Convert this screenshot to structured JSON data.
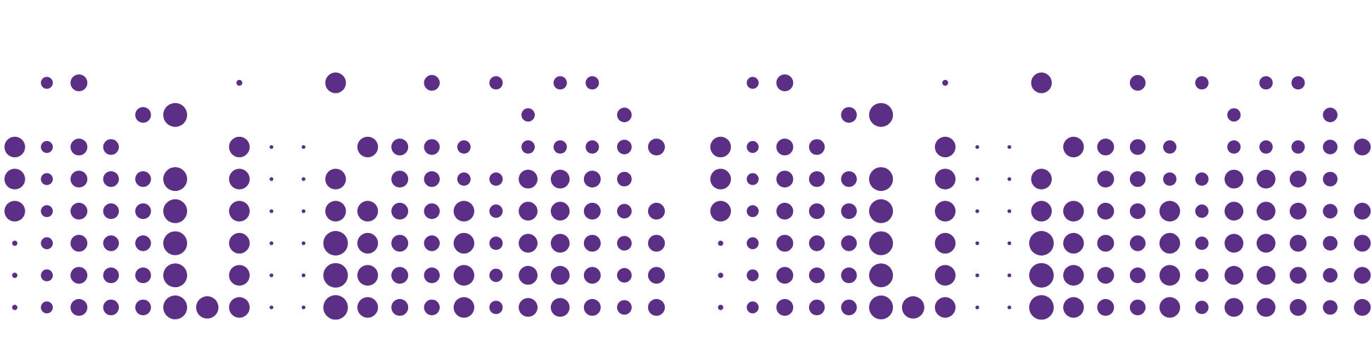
{
  "chart_data": {
    "type": "scatter",
    "description_free": true,
    "grid": false,
    "legend": "none",
    "color": "#5b2f86",
    "x_count": 43,
    "y_count": 8,
    "title": "",
    "xlabel": "",
    "ylabel": "",
    "xlim": [
      0,
      42
    ],
    "ylim": [
      0,
      7
    ],
    "size_range": [
      0,
      10
    ],
    "points": [
      {
        "x": 0,
        "y": 2,
        "size": 6
      },
      {
        "x": 0,
        "y": 3,
        "size": 6
      },
      {
        "x": 0,
        "y": 4,
        "size": 6
      },
      {
        "x": 0,
        "y": 5,
        "size": 0.4
      },
      {
        "x": 0,
        "y": 6,
        "size": 0.4
      },
      {
        "x": 0,
        "y": 7,
        "size": 0.4
      },
      {
        "x": 1,
        "y": 0,
        "size": 2
      },
      {
        "x": 1,
        "y": 2,
        "size": 2
      },
      {
        "x": 1,
        "y": 3,
        "size": 2
      },
      {
        "x": 1,
        "y": 4,
        "size": 2
      },
      {
        "x": 1,
        "y": 5,
        "size": 2
      },
      {
        "x": 1,
        "y": 6,
        "size": 2
      },
      {
        "x": 1,
        "y": 7,
        "size": 2
      },
      {
        "x": 2,
        "y": 0,
        "size": 4
      },
      {
        "x": 2,
        "y": 2,
        "size": 4
      },
      {
        "x": 2,
        "y": 3,
        "size": 4
      },
      {
        "x": 2,
        "y": 4,
        "size": 4
      },
      {
        "x": 2,
        "y": 5,
        "size": 4
      },
      {
        "x": 2,
        "y": 6,
        "size": 4
      },
      {
        "x": 2,
        "y": 7,
        "size": 4
      },
      {
        "x": 3,
        "y": 2,
        "size": 3.5
      },
      {
        "x": 3,
        "y": 3,
        "size": 3.5
      },
      {
        "x": 3,
        "y": 4,
        "size": 3.5
      },
      {
        "x": 3,
        "y": 5,
        "size": 3.5
      },
      {
        "x": 3,
        "y": 6,
        "size": 3.5
      },
      {
        "x": 3,
        "y": 7,
        "size": 3.5
      },
      {
        "x": 4,
        "y": 1,
        "size": 3.5
      },
      {
        "x": 4,
        "y": 3,
        "size": 3.5
      },
      {
        "x": 4,
        "y": 4,
        "size": 3.5
      },
      {
        "x": 4,
        "y": 5,
        "size": 3.5
      },
      {
        "x": 4,
        "y": 6,
        "size": 3.5
      },
      {
        "x": 4,
        "y": 7,
        "size": 3.5
      },
      {
        "x": 5,
        "y": 1,
        "size": 8
      },
      {
        "x": 5,
        "y": 3,
        "size": 8
      },
      {
        "x": 5,
        "y": 4,
        "size": 8
      },
      {
        "x": 5,
        "y": 5,
        "size": 8
      },
      {
        "x": 5,
        "y": 6,
        "size": 8
      },
      {
        "x": 5,
        "y": 7,
        "size": 8
      },
      {
        "x": 6,
        "y": 7,
        "size": 7
      },
      {
        "x": 7,
        "y": 0,
        "size": 0.5
      },
      {
        "x": 7,
        "y": 2,
        "size": 6
      },
      {
        "x": 7,
        "y": 3,
        "size": 6
      },
      {
        "x": 7,
        "y": 4,
        "size": 6
      },
      {
        "x": 7,
        "y": 5,
        "size": 6
      },
      {
        "x": 7,
        "y": 6,
        "size": 6
      },
      {
        "x": 7,
        "y": 7,
        "size": 6
      },
      {
        "x": 8,
        "y": 2,
        "size": 0.2
      },
      {
        "x": 8,
        "y": 3,
        "size": 0.2
      },
      {
        "x": 8,
        "y": 4,
        "size": 0.2
      },
      {
        "x": 8,
        "y": 5,
        "size": 0.2
      },
      {
        "x": 8,
        "y": 6,
        "size": 0.2
      },
      {
        "x": 8,
        "y": 7,
        "size": 0.2
      },
      {
        "x": 9,
        "y": 2,
        "size": 0.2
      },
      {
        "x": 9,
        "y": 3,
        "size": 0.2
      },
      {
        "x": 9,
        "y": 4,
        "size": 0.2
      },
      {
        "x": 9,
        "y": 5,
        "size": 0.2
      },
      {
        "x": 9,
        "y": 6,
        "size": 0.2
      },
      {
        "x": 9,
        "y": 7,
        "size": 0.2
      },
      {
        "x": 10,
        "y": 0,
        "size": 6
      },
      {
        "x": 10,
        "y": 3,
        "size": 6
      },
      {
        "x": 10,
        "y": 4,
        "size": 6
      },
      {
        "x": 10,
        "y": 5,
        "size": 8.5
      },
      {
        "x": 10,
        "y": 6,
        "size": 8.5
      },
      {
        "x": 10,
        "y": 7,
        "size": 8.5
      },
      {
        "x": 11,
        "y": 2,
        "size": 6
      },
      {
        "x": 11,
        "y": 4,
        "size": 6
      },
      {
        "x": 11,
        "y": 5,
        "size": 6
      },
      {
        "x": 11,
        "y": 6,
        "size": 6
      },
      {
        "x": 11,
        "y": 7,
        "size": 6
      },
      {
        "x": 12,
        "y": 2,
        "size": 4
      },
      {
        "x": 12,
        "y": 3,
        "size": 4
      },
      {
        "x": 12,
        "y": 4,
        "size": 4
      },
      {
        "x": 12,
        "y": 5,
        "size": 4
      },
      {
        "x": 12,
        "y": 6,
        "size": 4
      },
      {
        "x": 12,
        "y": 7,
        "size": 4
      },
      {
        "x": 13,
        "y": 0,
        "size": 3.5
      },
      {
        "x": 13,
        "y": 2,
        "size": 3.5
      },
      {
        "x": 13,
        "y": 3,
        "size": 3.5
      },
      {
        "x": 13,
        "y": 4,
        "size": 3.5
      },
      {
        "x": 13,
        "y": 5,
        "size": 3.5
      },
      {
        "x": 13,
        "y": 6,
        "size": 3.5
      },
      {
        "x": 13,
        "y": 7,
        "size": 3.5
      },
      {
        "x": 14,
        "y": 2,
        "size": 2.5
      },
      {
        "x": 14,
        "y": 3,
        "size": 2.5
      },
      {
        "x": 14,
        "y": 4,
        "size": 6
      },
      {
        "x": 14,
        "y": 5,
        "size": 6
      },
      {
        "x": 14,
        "y": 6,
        "size": 6
      },
      {
        "x": 14,
        "y": 7,
        "size": 6
      },
      {
        "x": 15,
        "y": 0,
        "size": 2.5
      },
      {
        "x": 15,
        "y": 3,
        "size": 2.5
      },
      {
        "x": 15,
        "y": 4,
        "size": 2.5
      },
      {
        "x": 15,
        "y": 5,
        "size": 2.5
      },
      {
        "x": 15,
        "y": 6,
        "size": 2.5
      },
      {
        "x": 15,
        "y": 7,
        "size": 2.5
      },
      {
        "x": 16,
        "y": 1,
        "size": 2.5
      },
      {
        "x": 16,
        "y": 2,
        "size": 2.5
      },
      {
        "x": 16,
        "y": 3,
        "size": 5
      },
      {
        "x": 16,
        "y": 4,
        "size": 5
      },
      {
        "x": 16,
        "y": 5,
        "size": 5
      },
      {
        "x": 16,
        "y": 6,
        "size": 5
      },
      {
        "x": 16,
        "y": 7,
        "size": 5
      },
      {
        "x": 17,
        "y": 0,
        "size": 2.5
      },
      {
        "x": 17,
        "y": 2,
        "size": 2.5
      },
      {
        "x": 17,
        "y": 3,
        "size": 5
      },
      {
        "x": 17,
        "y": 4,
        "size": 5
      },
      {
        "x": 17,
        "y": 5,
        "size": 5
      },
      {
        "x": 17,
        "y": 6,
        "size": 5
      },
      {
        "x": 17,
        "y": 7,
        "size": 5
      },
      {
        "x": 18,
        "y": 0,
        "size": 2.5
      },
      {
        "x": 18,
        "y": 2,
        "size": 2.5
      },
      {
        "x": 18,
        "y": 3,
        "size": 4
      },
      {
        "x": 18,
        "y": 4,
        "size": 4
      },
      {
        "x": 18,
        "y": 5,
        "size": 4
      },
      {
        "x": 18,
        "y": 6,
        "size": 4
      },
      {
        "x": 18,
        "y": 7,
        "size": 4
      },
      {
        "x": 19,
        "y": 1,
        "size": 3
      },
      {
        "x": 19,
        "y": 2,
        "size": 3
      },
      {
        "x": 19,
        "y": 3,
        "size": 3
      },
      {
        "x": 19,
        "y": 4,
        "size": 3
      },
      {
        "x": 19,
        "y": 5,
        "size": 3
      },
      {
        "x": 19,
        "y": 6,
        "size": 3
      },
      {
        "x": 19,
        "y": 7,
        "size": 3
      },
      {
        "x": 20,
        "y": 2,
        "size": 4
      },
      {
        "x": 20,
        "y": 4,
        "size": 4
      },
      {
        "x": 20,
        "y": 5,
        "size": 4
      },
      {
        "x": 20,
        "y": 6,
        "size": 4
      },
      {
        "x": 20,
        "y": 7,
        "size": 4
      },
      {
        "x": 22,
        "y": 2,
        "size": 6
      },
      {
        "x": 22,
        "y": 3,
        "size": 6
      },
      {
        "x": 22,
        "y": 4,
        "size": 6
      },
      {
        "x": 22,
        "y": 5,
        "size": 0.4
      },
      {
        "x": 22,
        "y": 6,
        "size": 0.4
      },
      {
        "x": 22,
        "y": 7,
        "size": 0.4
      },
      {
        "x": 23,
        "y": 0,
        "size": 2
      },
      {
        "x": 23,
        "y": 2,
        "size": 2
      },
      {
        "x": 23,
        "y": 3,
        "size": 2
      },
      {
        "x": 23,
        "y": 4,
        "size": 2
      },
      {
        "x": 23,
        "y": 5,
        "size": 2
      },
      {
        "x": 23,
        "y": 6,
        "size": 2
      },
      {
        "x": 23,
        "y": 7,
        "size": 2
      },
      {
        "x": 24,
        "y": 0,
        "size": 4
      },
      {
        "x": 24,
        "y": 2,
        "size": 4
      },
      {
        "x": 24,
        "y": 3,
        "size": 4
      },
      {
        "x": 24,
        "y": 4,
        "size": 4
      },
      {
        "x": 24,
        "y": 5,
        "size": 4
      },
      {
        "x": 24,
        "y": 6,
        "size": 4
      },
      {
        "x": 24,
        "y": 7,
        "size": 4
      },
      {
        "x": 25,
        "y": 2,
        "size": 3.5
      },
      {
        "x": 25,
        "y": 3,
        "size": 3.5
      },
      {
        "x": 25,
        "y": 4,
        "size": 3.5
      },
      {
        "x": 25,
        "y": 5,
        "size": 3.5
      },
      {
        "x": 25,
        "y": 6,
        "size": 3.5
      },
      {
        "x": 25,
        "y": 7,
        "size": 3.5
      },
      {
        "x": 26,
        "y": 1,
        "size": 3.5
      },
      {
        "x": 26,
        "y": 3,
        "size": 3.5
      },
      {
        "x": 26,
        "y": 4,
        "size": 3.5
      },
      {
        "x": 26,
        "y": 5,
        "size": 3.5
      },
      {
        "x": 26,
        "y": 6,
        "size": 3.5
      },
      {
        "x": 26,
        "y": 7,
        "size": 3.5
      },
      {
        "x": 27,
        "y": 1,
        "size": 8
      },
      {
        "x": 27,
        "y": 3,
        "size": 8
      },
      {
        "x": 27,
        "y": 4,
        "size": 8
      },
      {
        "x": 27,
        "y": 5,
        "size": 8
      },
      {
        "x": 27,
        "y": 6,
        "size": 8
      },
      {
        "x": 27,
        "y": 7,
        "size": 8
      },
      {
        "x": 28,
        "y": 7,
        "size": 7
      },
      {
        "x": 29,
        "y": 0,
        "size": 0.5
      },
      {
        "x": 29,
        "y": 2,
        "size": 6
      },
      {
        "x": 29,
        "y": 3,
        "size": 6
      },
      {
        "x": 29,
        "y": 4,
        "size": 6
      },
      {
        "x": 29,
        "y": 5,
        "size": 6
      },
      {
        "x": 29,
        "y": 6,
        "size": 6
      },
      {
        "x": 29,
        "y": 7,
        "size": 6
      },
      {
        "x": 30,
        "y": 2,
        "size": 0.2
      },
      {
        "x": 30,
        "y": 3,
        "size": 0.2
      },
      {
        "x": 30,
        "y": 4,
        "size": 0.2
      },
      {
        "x": 30,
        "y": 5,
        "size": 0.2
      },
      {
        "x": 30,
        "y": 6,
        "size": 0.2
      },
      {
        "x": 30,
        "y": 7,
        "size": 0.2
      },
      {
        "x": 31,
        "y": 2,
        "size": 0.2
      },
      {
        "x": 31,
        "y": 3,
        "size": 0.2
      },
      {
        "x": 31,
        "y": 4,
        "size": 0.2
      },
      {
        "x": 31,
        "y": 5,
        "size": 0.2
      },
      {
        "x": 31,
        "y": 6,
        "size": 0.2
      },
      {
        "x": 31,
        "y": 7,
        "size": 0.2
      },
      {
        "x": 32,
        "y": 0,
        "size": 6
      },
      {
        "x": 32,
        "y": 3,
        "size": 6
      },
      {
        "x": 32,
        "y": 4,
        "size": 6
      },
      {
        "x": 32,
        "y": 5,
        "size": 8.5
      },
      {
        "x": 32,
        "y": 6,
        "size": 8.5
      },
      {
        "x": 32,
        "y": 7,
        "size": 8.5
      },
      {
        "x": 33,
        "y": 2,
        "size": 6
      },
      {
        "x": 33,
        "y": 4,
        "size": 6
      },
      {
        "x": 33,
        "y": 5,
        "size": 6
      },
      {
        "x": 33,
        "y": 6,
        "size": 6
      },
      {
        "x": 33,
        "y": 7,
        "size": 6
      },
      {
        "x": 34,
        "y": 2,
        "size": 4
      },
      {
        "x": 34,
        "y": 3,
        "size": 4
      },
      {
        "x": 34,
        "y": 4,
        "size": 4
      },
      {
        "x": 34,
        "y": 5,
        "size": 4
      },
      {
        "x": 34,
        "y": 6,
        "size": 4
      },
      {
        "x": 34,
        "y": 7,
        "size": 4
      },
      {
        "x": 35,
        "y": 0,
        "size": 3.5
      },
      {
        "x": 35,
        "y": 2,
        "size": 3.5
      },
      {
        "x": 35,
        "y": 3,
        "size": 3.5
      },
      {
        "x": 35,
        "y": 4,
        "size": 3.5
      },
      {
        "x": 35,
        "y": 5,
        "size": 3.5
      },
      {
        "x": 35,
        "y": 6,
        "size": 3.5
      },
      {
        "x": 35,
        "y": 7,
        "size": 3.5
      },
      {
        "x": 36,
        "y": 2,
        "size": 2.5
      },
      {
        "x": 36,
        "y": 3,
        "size": 2.5
      },
      {
        "x": 36,
        "y": 4,
        "size": 6
      },
      {
        "x": 36,
        "y": 5,
        "size": 6
      },
      {
        "x": 36,
        "y": 6,
        "size": 6
      },
      {
        "x": 36,
        "y": 7,
        "size": 6
      },
      {
        "x": 37,
        "y": 0,
        "size": 2.5
      },
      {
        "x": 37,
        "y": 3,
        "size": 2.5
      },
      {
        "x": 37,
        "y": 4,
        "size": 2.5
      },
      {
        "x": 37,
        "y": 5,
        "size": 2.5
      },
      {
        "x": 37,
        "y": 6,
        "size": 2.5
      },
      {
        "x": 37,
        "y": 7,
        "size": 2.5
      },
      {
        "x": 38,
        "y": 1,
        "size": 2.5
      },
      {
        "x": 38,
        "y": 2,
        "size": 2.5
      },
      {
        "x": 38,
        "y": 3,
        "size": 5
      },
      {
        "x": 38,
        "y": 4,
        "size": 5
      },
      {
        "x": 38,
        "y": 5,
        "size": 5
      },
      {
        "x": 38,
        "y": 6,
        "size": 5
      },
      {
        "x": 38,
        "y": 7,
        "size": 5
      },
      {
        "x": 39,
        "y": 0,
        "size": 2.5
      },
      {
        "x": 39,
        "y": 2,
        "size": 2.5
      },
      {
        "x": 39,
        "y": 3,
        "size": 5
      },
      {
        "x": 39,
        "y": 4,
        "size": 5
      },
      {
        "x": 39,
        "y": 5,
        "size": 5
      },
      {
        "x": 39,
        "y": 6,
        "size": 5
      },
      {
        "x": 39,
        "y": 7,
        "size": 5
      },
      {
        "x": 40,
        "y": 0,
        "size": 2.5
      },
      {
        "x": 40,
        "y": 2,
        "size": 2.5
      },
      {
        "x": 40,
        "y": 3,
        "size": 4
      },
      {
        "x": 40,
        "y": 4,
        "size": 4
      },
      {
        "x": 40,
        "y": 5,
        "size": 4
      },
      {
        "x": 40,
        "y": 6,
        "size": 4
      },
      {
        "x": 40,
        "y": 7,
        "size": 4
      },
      {
        "x": 41,
        "y": 1,
        "size": 3
      },
      {
        "x": 41,
        "y": 2,
        "size": 3
      },
      {
        "x": 41,
        "y": 3,
        "size": 3
      },
      {
        "x": 41,
        "y": 4,
        "size": 3
      },
      {
        "x": 41,
        "y": 5,
        "size": 3
      },
      {
        "x": 41,
        "y": 6,
        "size": 3
      },
      {
        "x": 41,
        "y": 7,
        "size": 3
      },
      {
        "x": 42,
        "y": 2,
        "size": 4
      },
      {
        "x": 42,
        "y": 4,
        "size": 4
      },
      {
        "x": 42,
        "y": 5,
        "size": 4
      },
      {
        "x": 42,
        "y": 6,
        "size": 4
      },
      {
        "x": 42,
        "y": 7,
        "size": 4
      }
    ]
  }
}
